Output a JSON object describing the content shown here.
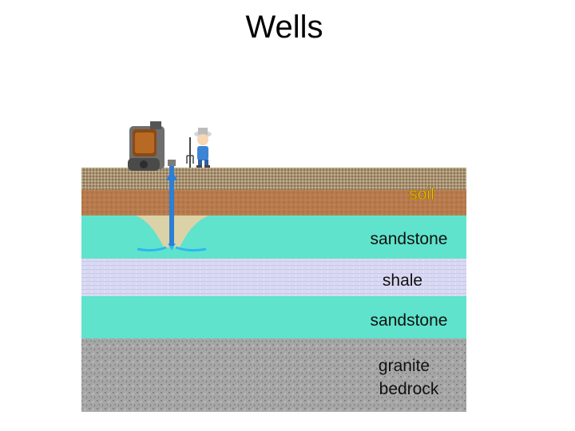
{
  "title": "Wells",
  "layers": [
    {
      "id": "soil",
      "label": "soil",
      "color": "#b77a4d"
    },
    {
      "id": "sandstone-upper",
      "label": "sandstone",
      "color": "#5fe3cc"
    },
    {
      "id": "shale",
      "label": "shale",
      "color": "#d8d8f2"
    },
    {
      "id": "sandstone-lower",
      "label": "sandstone",
      "color": "#5fe3cc"
    },
    {
      "id": "granite",
      "label_line1": "granite",
      "label_line2": "bedrock",
      "color": "#a6a6a6"
    }
  ],
  "colors": {
    "well_pipe": "#2c7fd3",
    "water_flow": "#2cb8ef",
    "cone_of_depression": "#e3d1a4"
  },
  "icons": [
    "pump-icon",
    "farmer-icon",
    "pitchfork-icon"
  ]
}
